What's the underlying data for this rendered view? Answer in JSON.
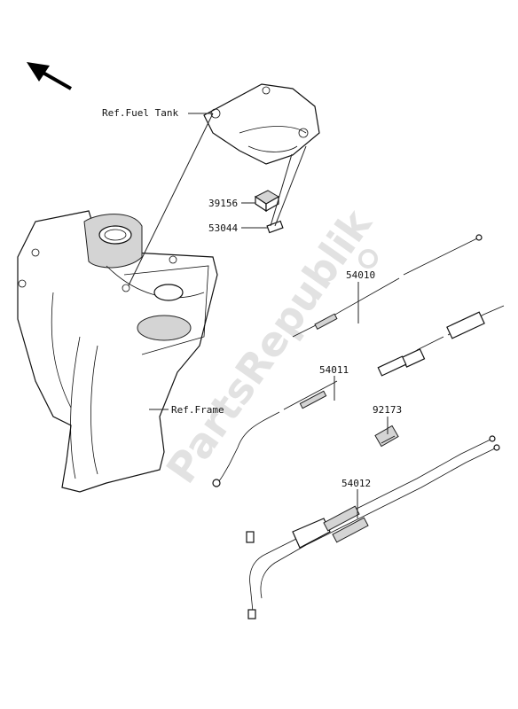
{
  "diagram": {
    "watermark": "PartsRepublik",
    "references": {
      "fuel_tank": "Ref.Fuel Tank",
      "frame": "Ref.Frame"
    },
    "parts": {
      "p39156": "39156",
      "p53044": "53044",
      "p54010": "54010",
      "p54011": "54011",
      "p92173": "92173",
      "p54012": "54012"
    }
  }
}
